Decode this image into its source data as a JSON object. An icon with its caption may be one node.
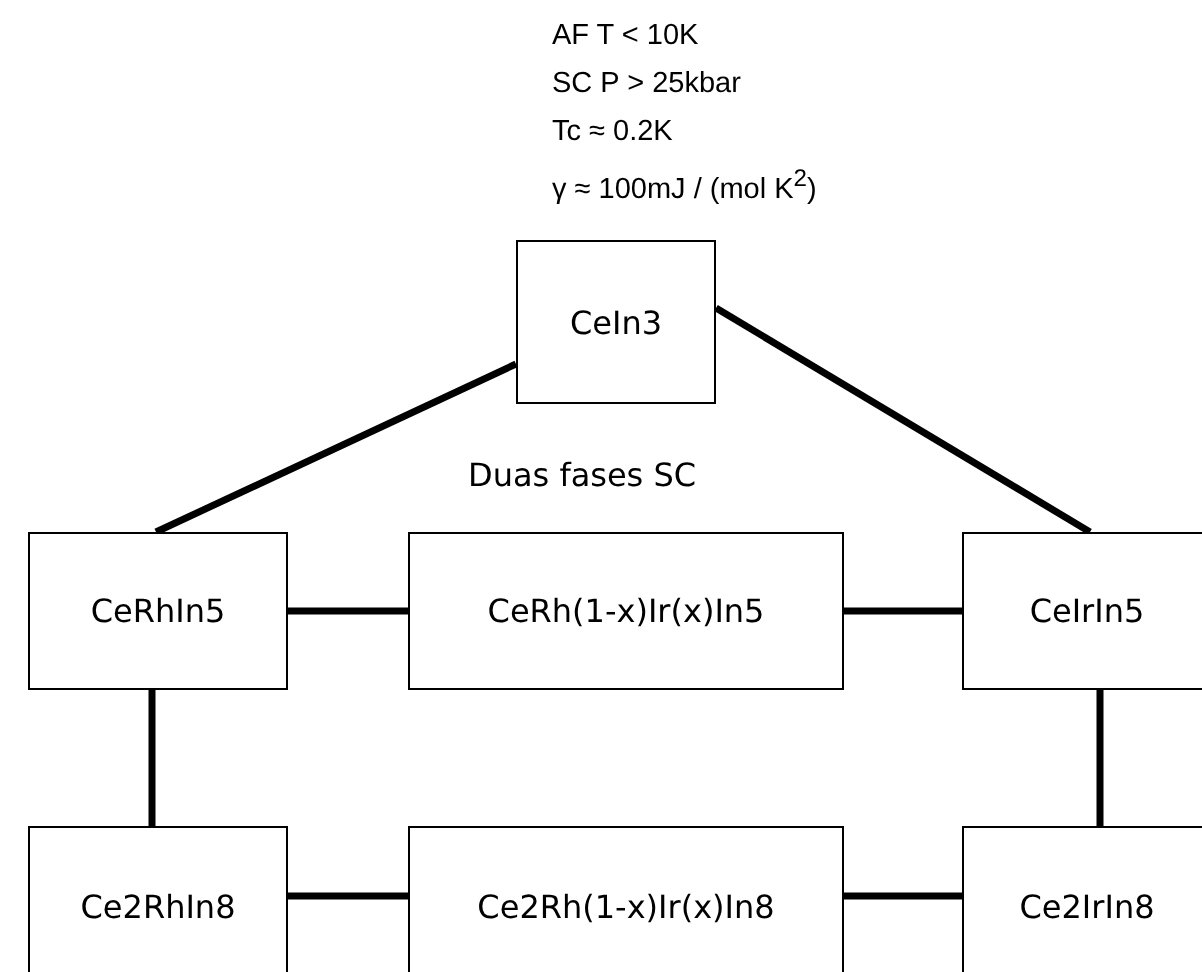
{
  "diagram": {
    "nodes": [
      {
        "text": [
          "CeIn3"
        ],
        "beside": [
          "AF T < 10K",
          "SC P > 25kbar",
          "Tc ≈ 0.2K",
          "γ ≈ 100mJ / (mol K$^{2}$)"
        ]
      },
      {
        "text": [
          "CeRhIn5"
        ]
      },
      {
        "text": [
          "CeRh(1-x)Ir(x)In5"
        ],
        "beside": [
          "Duas fases SC"
        ]
      },
      {
        "text": [
          "CeIrIn5"
        ]
      },
      {
        "text": [
          "Ce2RhIn8"
        ]
      },
      {
        "text": [
          "Ce2Rh(1-x)Ir(x)In8"
        ]
      },
      {
        "text": [
          "Ce2IrIn8"
        ]
      }
    ],
    "edges": [
      {
        "from": 0,
        "to": 1,
        "arrow": "none"
      },
      {
        "from": 0,
        "to": 3,
        "arrow": "none"
      },
      {
        "from": 1,
        "to": 2,
        "arrow": "none"
      },
      {
        "from": 2,
        "to": 3,
        "arrow": "none"
      },
      {
        "from": 1,
        "to": 4,
        "arrow": "none"
      },
      {
        "from": 3,
        "to": 6,
        "arrow": "none"
      },
      {
        "from": 4,
        "to": 5,
        "arrow": "none"
      },
      {
        "from": 5,
        "to": 6,
        "arrow": "none"
      }
    ]
  }
}
